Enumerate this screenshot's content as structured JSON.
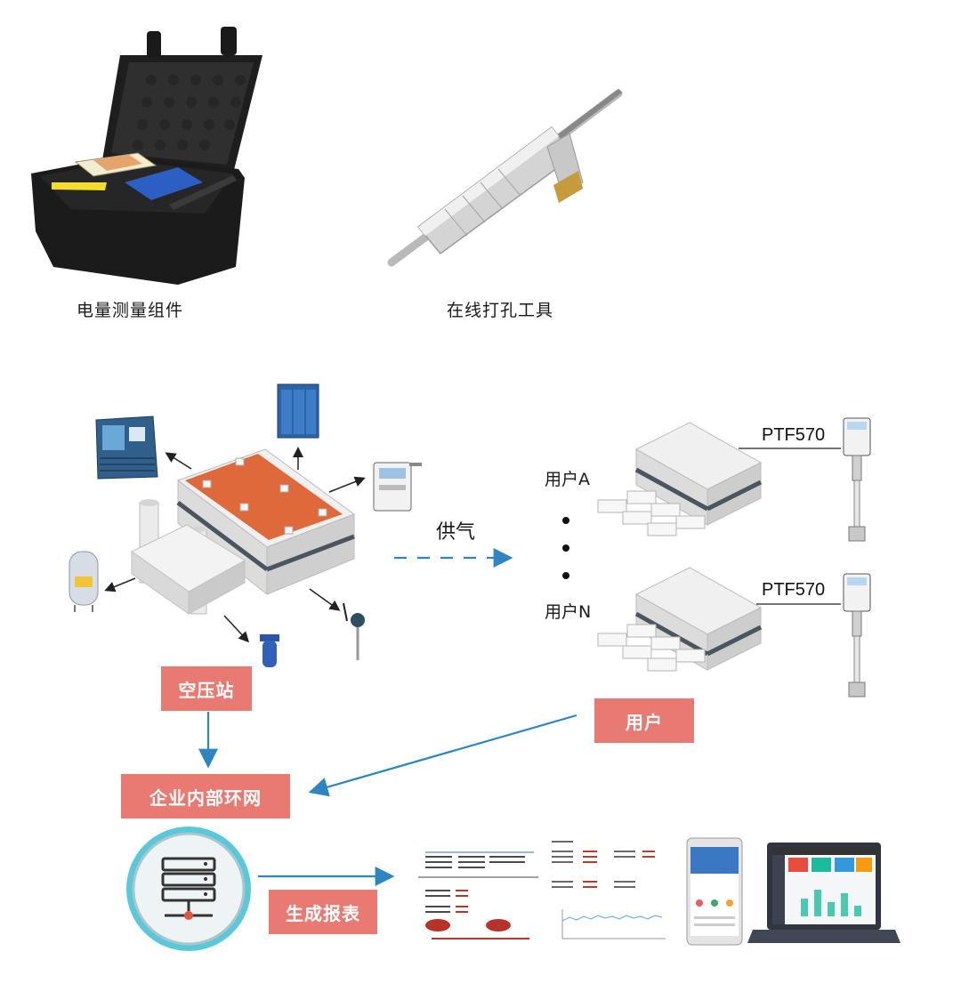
{
  "top": {
    "kit_caption": "电量测量组件",
    "drill_caption": "在线打孔工具"
  },
  "diagram": {
    "supply_label": "供气",
    "user_a_label": "用户A",
    "user_n_label": "用户N",
    "sensor_a_label": "PTF570",
    "sensor_n_label": "PTF570",
    "station_box": "空压站",
    "user_box": "用户",
    "network_box": "企业内部环网",
    "report_box": "生成报表"
  },
  "colors": {
    "accent_box": "#e97a72",
    "arrow_blue": "#2e86c1",
    "roof_orange": "#e0693c",
    "server_ring": "#5bc8d9"
  },
  "icons": [
    "tool-case-icon",
    "drill-tool-icon",
    "factory-icon",
    "building-icon",
    "flow-sensor-icon",
    "server-icon",
    "report-doc-icon",
    "phone-icon",
    "laptop-icon"
  ]
}
